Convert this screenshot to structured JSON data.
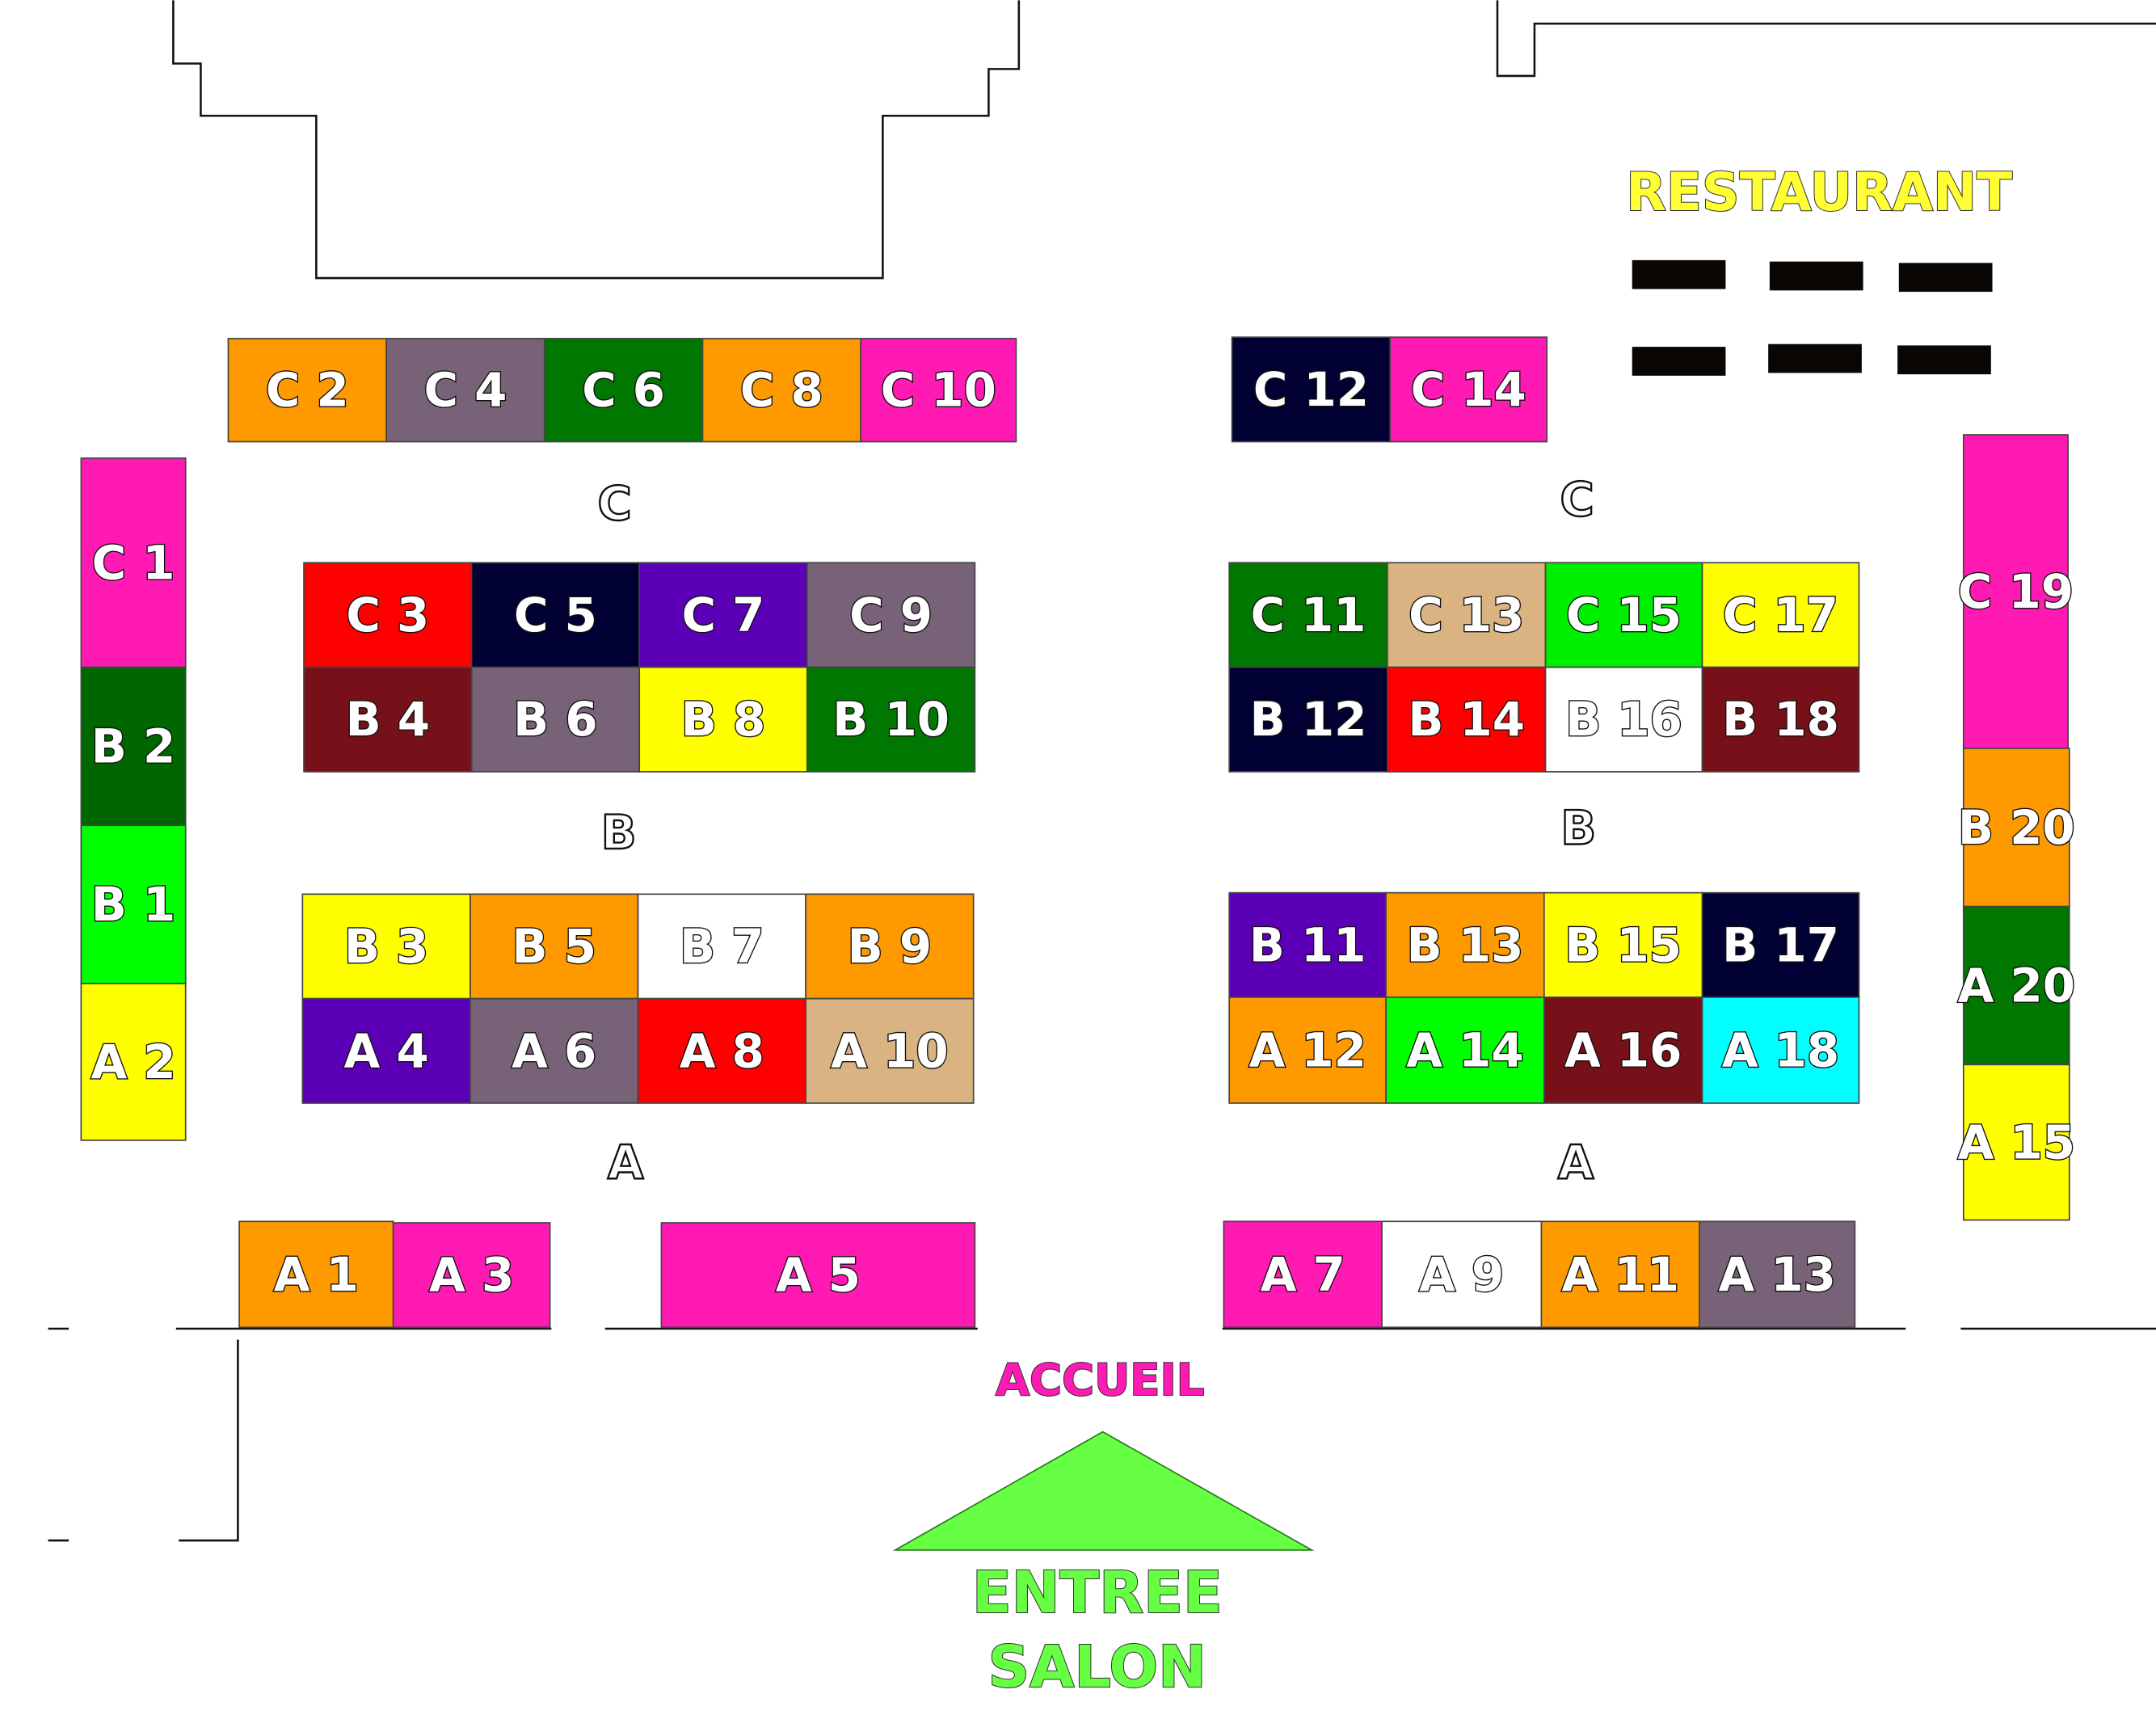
{
  "title_restaurant": "RESTAURANT",
  "accueil": "ACCUEIL",
  "entrance": [
    "ENTREE",
    "SALON"
  ],
  "row_labels": [
    "C",
    "B",
    "A",
    "C",
    "B",
    "A"
  ],
  "colors": {
    "restaurant": "#ffff33",
    "accueil": "#ff1ab3",
    "entrance": "#66ff44",
    "table": "#0a0604"
  },
  "stalls": [
    {
      "label": "C 2",
      "color": "#ff9900"
    },
    {
      "label": "C 4",
      "color": "#776278"
    },
    {
      "label": "C 6",
      "color": "#007700"
    },
    {
      "label": "C 8",
      "color": "#ff9900"
    },
    {
      "label": "C 10",
      "color": "#ff1ab3"
    },
    {
      "label": "C 12",
      "color": "#000033"
    },
    {
      "label": "C 14",
      "color": "#ff1ab3"
    },
    {
      "label": "C 1",
      "color": "#ff1ab3"
    },
    {
      "label": "B 2",
      "color": "#006600"
    },
    {
      "label": "B 1",
      "color": "#00ff00"
    },
    {
      "label": "A 2",
      "color": "#ffff00"
    },
    {
      "label": "C 3",
      "color": "#ff0000"
    },
    {
      "label": "C 5",
      "color": "#000033"
    },
    {
      "label": "C 7",
      "color": "#5c00b8"
    },
    {
      "label": "C 9",
      "color": "#776278"
    },
    {
      "label": "B 4",
      "color": "#771019"
    },
    {
      "label": "B 6",
      "color": "#776278"
    },
    {
      "label": "B 8",
      "color": "#ffff00"
    },
    {
      "label": "B 10",
      "color": "#007700"
    },
    {
      "label": "C 11",
      "color": "#007700"
    },
    {
      "label": "C 13",
      "color": "#d9b382"
    },
    {
      "label": "C 15",
      "color": "#00ee00"
    },
    {
      "label": "C 17",
      "color": "#ffff00"
    },
    {
      "label": "B 12",
      "color": "#000033"
    },
    {
      "label": "B 14",
      "color": "#ff0000"
    },
    {
      "label": "B 16",
      "color": "#ffffff"
    },
    {
      "label": "B 18",
      "color": "#771019"
    },
    {
      "label": "C 19",
      "color": "#ff1ab3"
    },
    {
      "label": "B 20",
      "color": "#ff9900"
    },
    {
      "label": "A 20",
      "color": "#007700"
    },
    {
      "label": "A 15",
      "color": "#ffff00"
    },
    {
      "label": "B 3",
      "color": "#ffff00"
    },
    {
      "label": "B 5",
      "color": "#ff9900"
    },
    {
      "label": "B 7",
      "color": "#ffffff"
    },
    {
      "label": "B 9",
      "color": "#ff9900"
    },
    {
      "label": "A 4",
      "color": "#5c00b8"
    },
    {
      "label": "A 6",
      "color": "#776278"
    },
    {
      "label": "A 8",
      "color": "#ff0000"
    },
    {
      "label": "A 10",
      "color": "#d9b382"
    },
    {
      "label": "B 11",
      "color": "#5c00b8"
    },
    {
      "label": "B 13",
      "color": "#ff9900"
    },
    {
      "label": "B 15",
      "color": "#ffff00"
    },
    {
      "label": "B 17",
      "color": "#000033"
    },
    {
      "label": "A 12",
      "color": "#ff9900"
    },
    {
      "label": "A 14",
      "color": "#00ff00"
    },
    {
      "label": "A 16",
      "color": "#771019"
    },
    {
      "label": "A 18",
      "color": "#00ffff"
    },
    {
      "label": "A 1",
      "color": "#ff9900"
    },
    {
      "label": "A 3",
      "color": "#ff1ab3"
    },
    {
      "label": "A 5",
      "color": "#ff1ab3"
    },
    {
      "label": "A 7",
      "color": "#ff1ab3"
    },
    {
      "label": "A 9",
      "color": "#ffffff"
    },
    {
      "label": "A 11",
      "color": "#ff9900"
    },
    {
      "label": "A 13",
      "color": "#776278"
    }
  ]
}
